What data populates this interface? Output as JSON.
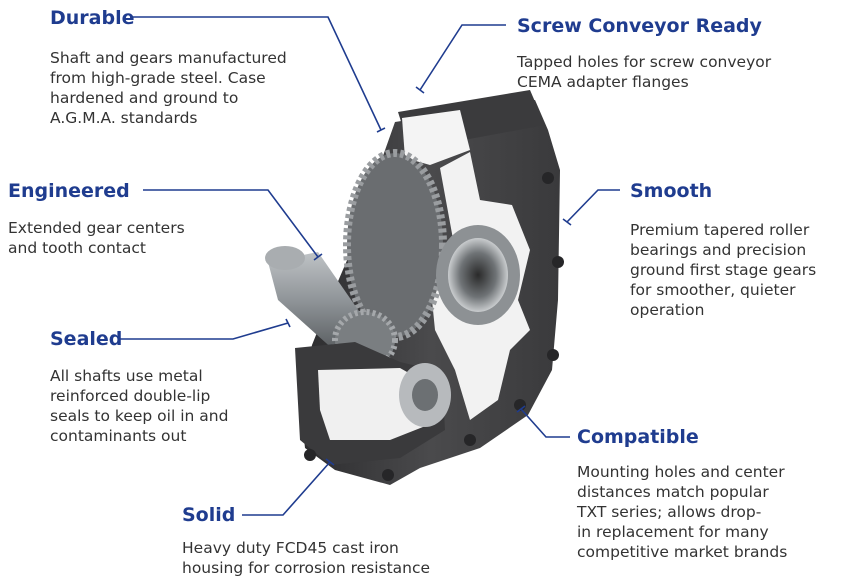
{
  "colors": {
    "heading": "#1f3c8f",
    "text": "#333333",
    "leader": "#1f3c8f"
  },
  "image": {
    "subject": "gearbox-cutaway"
  },
  "features": [
    {
      "id": "durable",
      "title": "Durable",
      "lines": [
        "Shaft and gears manufactured",
        "from high-grade steel. Case",
        "hardened and ground to",
        "A.G.M.A. standards"
      ]
    },
    {
      "id": "screw",
      "title": "Screw Conveyor Ready",
      "lines": [
        "Tapped holes for screw conveyor",
        "CEMA adapter flanges"
      ]
    },
    {
      "id": "engineered",
      "title": "Engineered",
      "lines": [
        "Extended gear centers",
        "and tooth contact"
      ]
    },
    {
      "id": "smooth",
      "title": "Smooth",
      "lines": [
        "Premium tapered roller",
        "bearings and precision",
        "ground first stage gears",
        "for smoother, quieter",
        "operation"
      ]
    },
    {
      "id": "sealed",
      "title": "Sealed",
      "lines": [
        "All shafts use metal",
        "reinforced double-lip",
        "seals to keep oil in and",
        "contaminants out"
      ]
    },
    {
      "id": "compatible",
      "title": "Compatible",
      "lines": [
        "Mounting holes and center",
        "distances match popular",
        "TXT series; allows drop-",
        "in replacement for many",
        "competitive market brands"
      ]
    },
    {
      "id": "solid",
      "title": "Solid",
      "lines": [
        "Heavy duty FCD45 cast iron",
        "housing for corrosion resistance"
      ]
    }
  ]
}
